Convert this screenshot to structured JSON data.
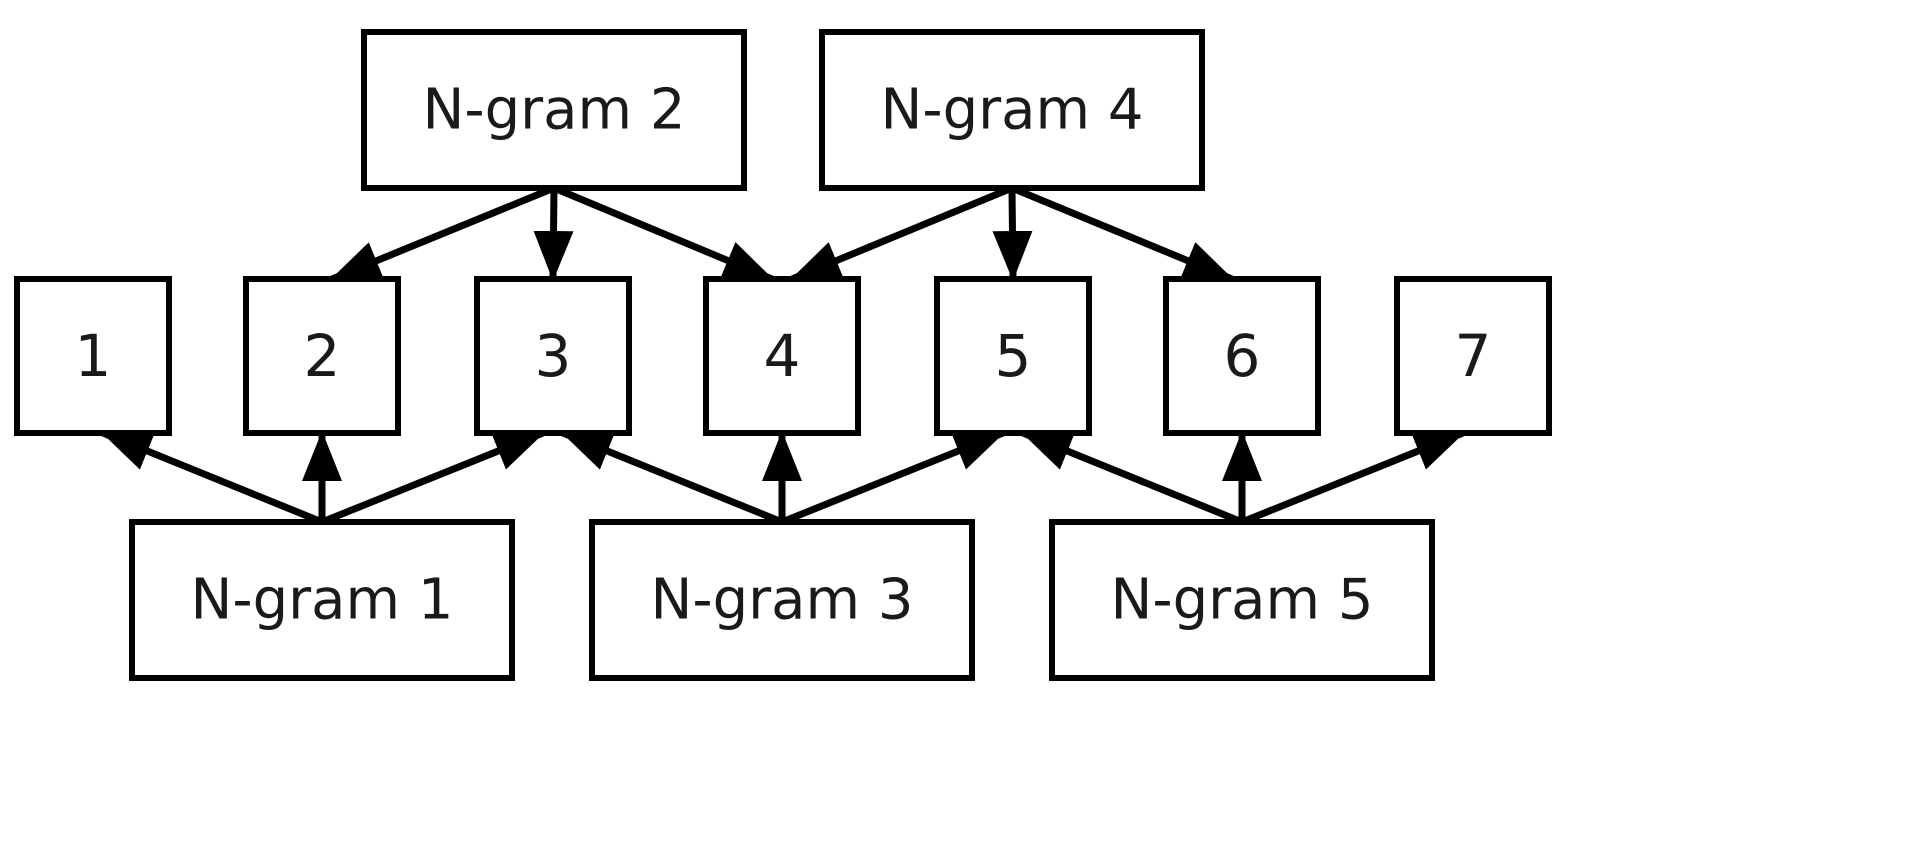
{
  "diagram": {
    "tokens": [
      {
        "id": "t1",
        "label": "1"
      },
      {
        "id": "t2",
        "label": "2"
      },
      {
        "id": "t3",
        "label": "3"
      },
      {
        "id": "t4",
        "label": "4"
      },
      {
        "id": "t5",
        "label": "5"
      },
      {
        "id": "t6",
        "label": "6"
      },
      {
        "id": "t7",
        "label": "7"
      }
    ],
    "ngrams": [
      {
        "id": "n1",
        "label": "N-gram 1"
      },
      {
        "id": "n2",
        "label": "N-gram 2"
      },
      {
        "id": "n3",
        "label": "N-gram 3"
      },
      {
        "id": "n4",
        "label": "N-gram 4"
      },
      {
        "id": "n5",
        "label": "N-gram 5"
      }
    ],
    "edges": [
      {
        "from": "n2",
        "to": "t2"
      },
      {
        "from": "n2",
        "to": "t3"
      },
      {
        "from": "n2",
        "to": "t4"
      },
      {
        "from": "n4",
        "to": "t4"
      },
      {
        "from": "n4",
        "to": "t5"
      },
      {
        "from": "n4",
        "to": "t6"
      },
      {
        "from": "n1",
        "to": "t1"
      },
      {
        "from": "n1",
        "to": "t2"
      },
      {
        "from": "n1",
        "to": "t3"
      },
      {
        "from": "n3",
        "to": "t3"
      },
      {
        "from": "n3",
        "to": "t4"
      },
      {
        "from": "n3",
        "to": "t5"
      },
      {
        "from": "n5",
        "to": "t5"
      },
      {
        "from": "n5",
        "to": "t6"
      },
      {
        "from": "n5",
        "to": "t7"
      }
    ]
  }
}
